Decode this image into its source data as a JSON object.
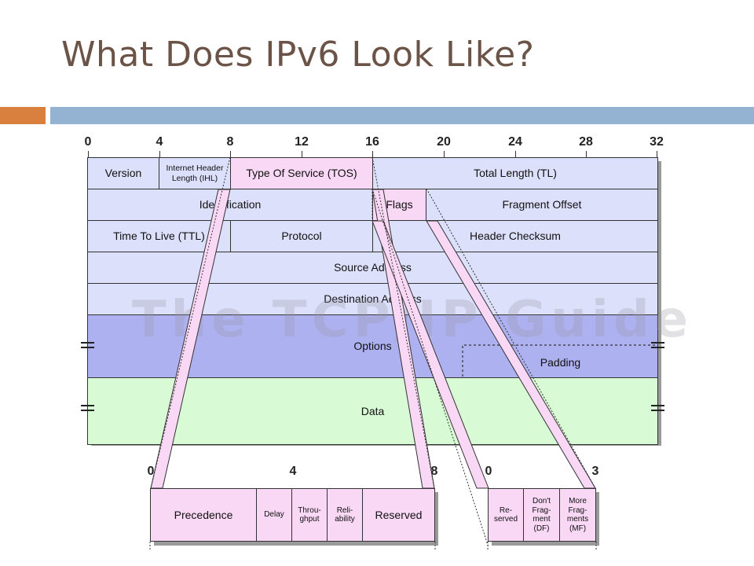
{
  "slide": {
    "title": "What Does IPv6 Look Like?",
    "accent_orange": "#d9803f",
    "accent_blue": "#94b2d2"
  },
  "top_ruler": [
    "0",
    "4",
    "8",
    "12",
    "16",
    "20",
    "24",
    "28",
    "32"
  ],
  "header_fields": {
    "version": "Version",
    "ihl": "Internet Header Length (IHL)",
    "tos": "Type Of Service (TOS)",
    "total_length": "Total Length (TL)",
    "identification": "Identification",
    "flags": "Flags",
    "fragment_offset": "Fragment Offset",
    "ttl": "Time To Live (TTL)",
    "protocol": "Protocol",
    "header_checksum": "Header Checksum",
    "source_address": "Source Address",
    "destination_address": "Destination Address",
    "options": "Options",
    "padding": "Padding",
    "data": "Data"
  },
  "watermark": "The TCP/IP Guide",
  "tos_detail": {
    "ruler": [
      "0",
      "4",
      "8"
    ],
    "fields": {
      "precedence": "Precedence",
      "delay": "Delay",
      "throughput": "Throu-\nghput",
      "reliability": "Reli-\nability",
      "reserved": "Reserved"
    }
  },
  "flags_detail": {
    "ruler": [
      "0",
      "3"
    ],
    "fields": {
      "reserved": "Re-\nserved",
      "dont_fragment": "Don't\nFrag-\nment\n(DF)",
      "more_fragments": "More\nFrag-\nments\n(MF)"
    }
  },
  "colors": {
    "header_rows": "#dde0fb",
    "options_row": "#aeb1f0",
    "data_row": "#d8fbd6",
    "highlight": "#f9d8f6",
    "border": "#333333"
  }
}
